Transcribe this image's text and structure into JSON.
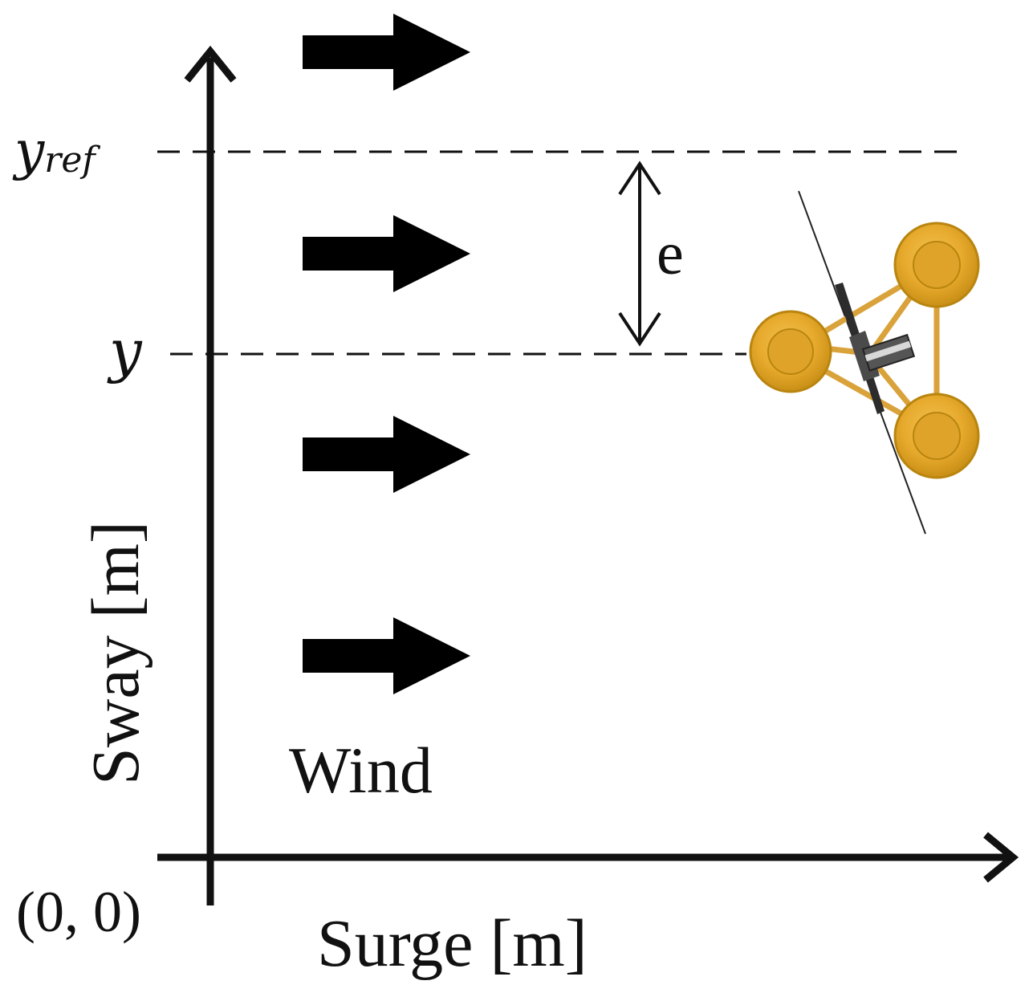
{
  "labels": {
    "y_ref_main": "y",
    "y_ref_sub": "ref",
    "y": "y",
    "e": "e",
    "wind": "Wind",
    "origin": "(0, 0)",
    "x_axis": "Surge [m]",
    "y_axis": "Sway [m]"
  },
  "colors": {
    "ink": "#111111",
    "float_fill": "#e6a92c",
    "float_inner": "#d49b22",
    "float_edge": "#a8780f",
    "truss": "#d9a23a"
  },
  "icons": {
    "wind_arrow": "right-arrow-icon",
    "platform": "floating-wind-turbine-icon"
  }
}
